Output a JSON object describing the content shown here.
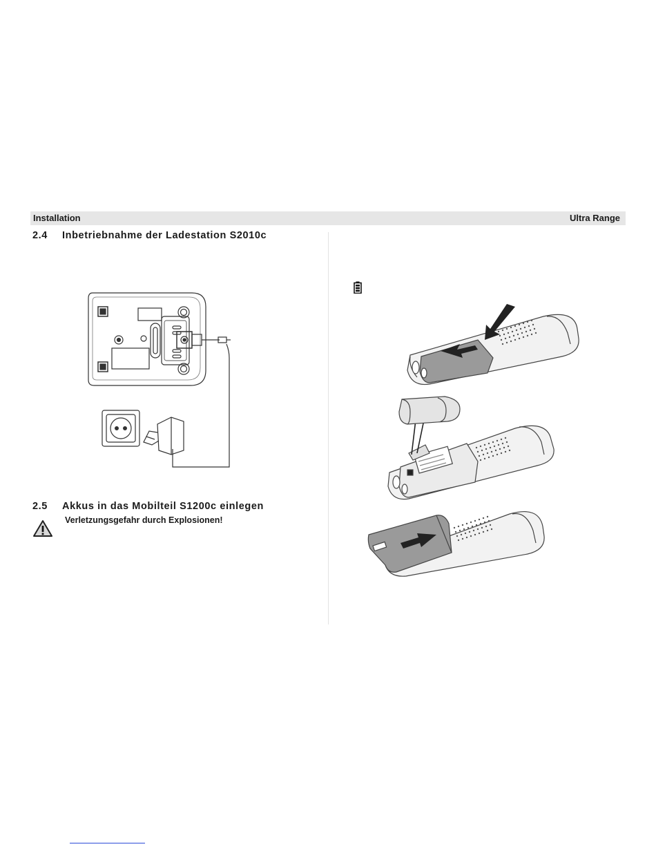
{
  "header": {
    "left": "Installation",
    "right": "Ultra Range"
  },
  "sections": [
    {
      "number": "2.4",
      "title": "Inbetriebnahme der Ladestation S2010c"
    },
    {
      "number": "2.5",
      "title": "Akkus in das Mobilteil S1200c einlegen"
    }
  ],
  "warning": {
    "text": "Verletzungsgefahr durch Explosionen!",
    "icon": "warning-triangle-icon"
  },
  "icons": {
    "battery": "battery-icon"
  },
  "figures": {
    "charging_station": "charging-station-illustration",
    "handset_steps": [
      "handset-open-cover-illustration",
      "handset-insert-battery-illustration",
      "handset-close-cover-illustration"
    ]
  }
}
